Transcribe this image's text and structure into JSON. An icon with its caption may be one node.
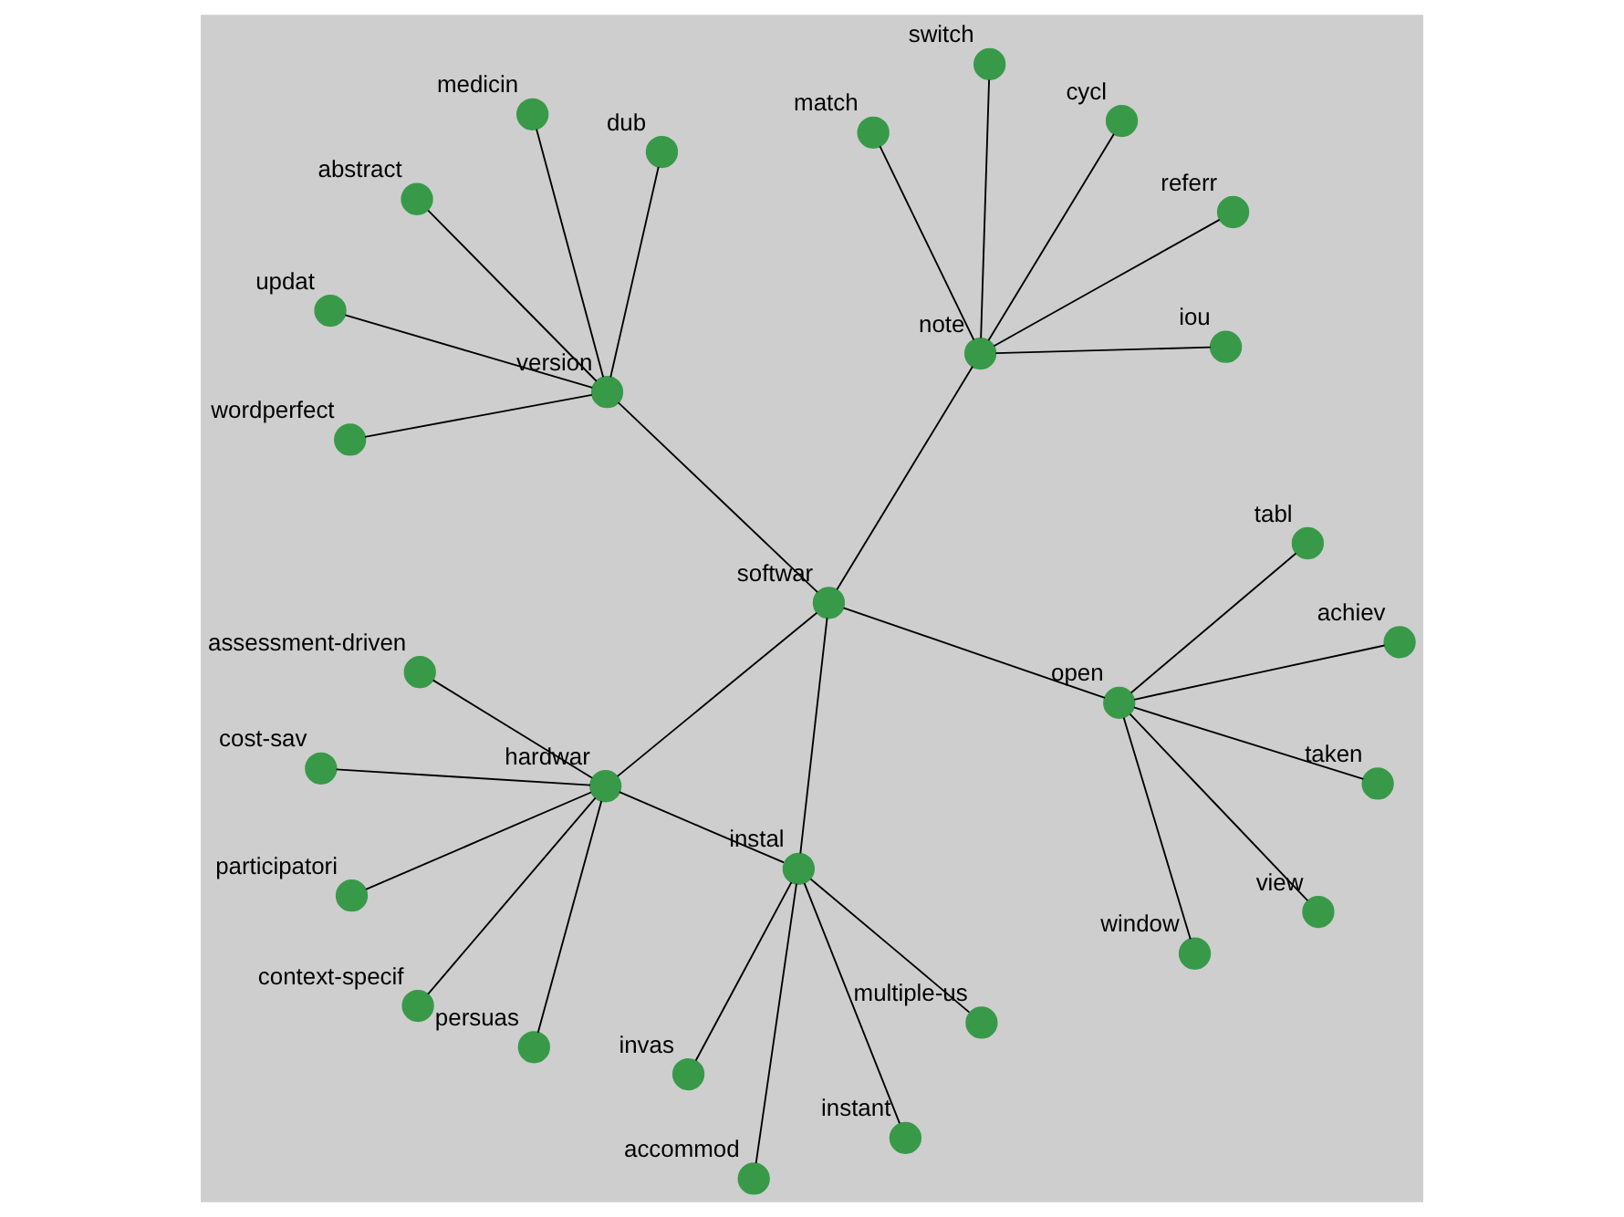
{
  "diagram": {
    "nodes": [
      {
        "text": [
          "assessment-driven"
        ]
      },
      {
        "text": [
          "persuas"
        ]
      },
      {
        "text": [
          "participatori"
        ]
      },
      {
        "text": [
          "hardwar"
        ]
      },
      {
        "text": [
          "context-specif"
        ]
      },
      {
        "text": [
          "invas"
        ]
      },
      {
        "text": [
          "cost-sav"
        ]
      },
      {
        "text": [
          "taken"
        ]
      },
      {
        "text": [
          "accommod"
        ]
      },
      {
        "text": [
          "instant"
        ]
      },
      {
        "text": [
          "window"
        ]
      },
      {
        "text": [
          "instal"
        ]
      },
      {
        "text": [
          "achiev"
        ]
      },
      {
        "text": [
          "multiple-us"
        ]
      },
      {
        "text": [
          "open"
        ]
      },
      {
        "text": [
          "view"
        ]
      },
      {
        "text": [
          "softwar"
        ]
      },
      {
        "text": [
          "wordperfect"
        ]
      },
      {
        "text": [
          "switch"
        ]
      },
      {
        "text": [
          "tabl"
        ]
      },
      {
        "text": [
          "abstract"
        ]
      },
      {
        "text": [
          "version"
        ]
      },
      {
        "text": [
          "note"
        ]
      },
      {
        "text": [
          "medicin"
        ]
      },
      {
        "text": [
          "cycl"
        ]
      },
      {
        "text": [
          "iou"
        ]
      },
      {
        "text": [
          "dub"
        ]
      },
      {
        "text": [
          "updat"
        ]
      },
      {
        "text": [
          "match"
        ]
      },
      {
        "text": [
          "referr"
        ]
      }
    ],
    "edges": [
      {
        "from": 16,
        "to": 3,
        "arrow": "none"
      },
      {
        "from": 16,
        "to": 11,
        "arrow": "none"
      },
      {
        "from": 16,
        "to": 21,
        "arrow": "none"
      },
      {
        "from": 16,
        "to": 14,
        "arrow": "none"
      },
      {
        "from": 16,
        "to": 22,
        "arrow": "none"
      },
      {
        "from": 3,
        "to": 1,
        "arrow": "none"
      },
      {
        "from": 3,
        "to": 0,
        "arrow": "none"
      },
      {
        "from": 3,
        "to": 2,
        "arrow": "none"
      },
      {
        "from": 3,
        "to": 4,
        "arrow": "none"
      },
      {
        "from": 3,
        "to": 6,
        "arrow": "none"
      },
      {
        "from": 3,
        "to": 11,
        "arrow": "none"
      },
      {
        "from": 11,
        "to": 5,
        "arrow": "none"
      },
      {
        "from": 11,
        "to": 8,
        "arrow": "none"
      },
      {
        "from": 11,
        "to": 9,
        "arrow": "none"
      },
      {
        "from": 11,
        "to": 13,
        "arrow": "none"
      },
      {
        "from": 21,
        "to": 17,
        "arrow": "none"
      },
      {
        "from": 21,
        "to": 20,
        "arrow": "none"
      },
      {
        "from": 21,
        "to": 26,
        "arrow": "none"
      },
      {
        "from": 21,
        "to": 27,
        "arrow": "none"
      },
      {
        "from": 21,
        "to": 23,
        "arrow": "none"
      },
      {
        "from": 14,
        "to": 7,
        "arrow": "none"
      },
      {
        "from": 14,
        "to": 10,
        "arrow": "none"
      },
      {
        "from": 14,
        "to": 12,
        "arrow": "none"
      },
      {
        "from": 14,
        "to": 15,
        "arrow": "none"
      },
      {
        "from": 14,
        "to": 19,
        "arrow": "none"
      },
      {
        "from": 22,
        "to": 18,
        "arrow": "none"
      },
      {
        "from": 22,
        "to": 24,
        "arrow": "none"
      },
      {
        "from": 22,
        "to": 25,
        "arrow": "none"
      },
      {
        "from": 22,
        "to": 29,
        "arrow": "none"
      },
      {
        "from": 22,
        "to": 28,
        "arrow": "none"
      }
    ]
  }
}
